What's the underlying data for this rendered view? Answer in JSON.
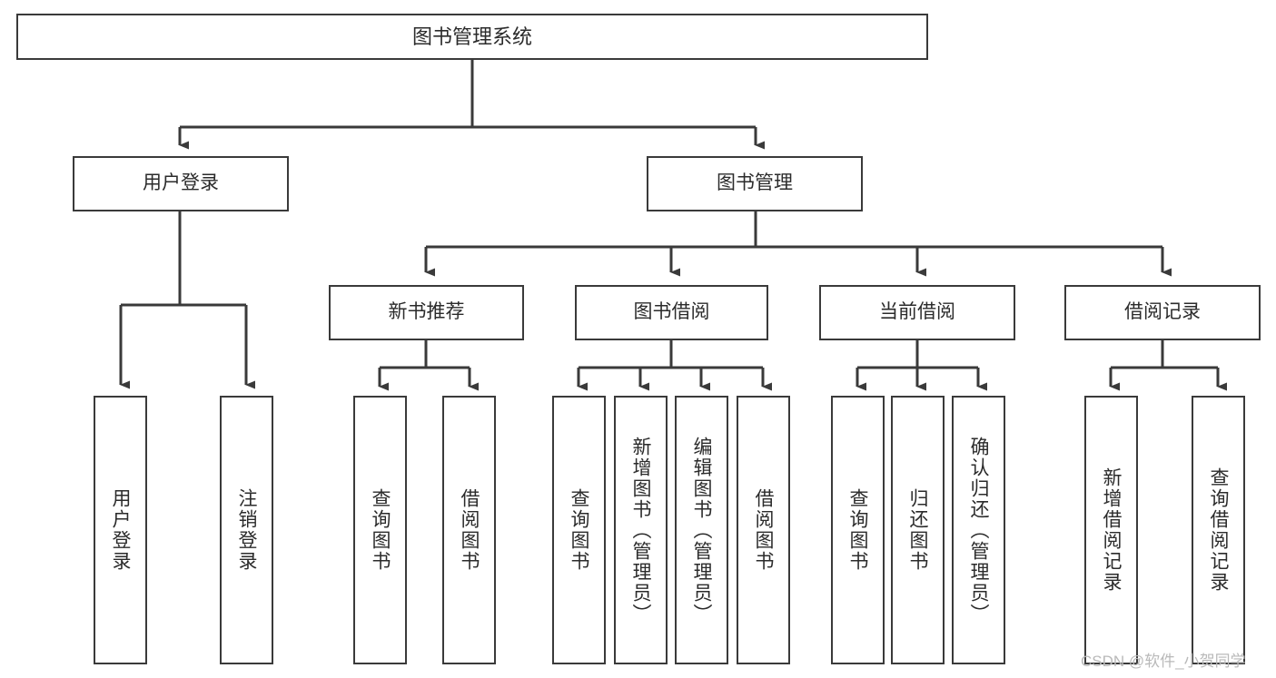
{
  "diagram": {
    "type": "tree-hierarchy",
    "title": "图书管理系统",
    "watermark": "CSDN @软件_小贺同学",
    "colors": {
      "stroke": "#3a3a3a",
      "fill": "#ffffff",
      "text": "#2b2b2b",
      "watermark": "#b9b9b9"
    },
    "root": {
      "label": "图书管理系统"
    },
    "level2": [
      {
        "label": "用户登录"
      },
      {
        "label": "图书管理"
      }
    ],
    "level3": [
      {
        "label": "新书推荐"
      },
      {
        "label": "图书借阅"
      },
      {
        "label": "当前借阅"
      },
      {
        "label": "借阅记录"
      }
    ],
    "leaves": {
      "user_login": [
        {
          "label": "用户登录"
        },
        {
          "label": "注销登录"
        }
      ],
      "new_book_recommend": [
        {
          "label": "查询图书"
        },
        {
          "label": "借阅图书"
        }
      ],
      "book_borrow": [
        {
          "label": "查询图书"
        },
        {
          "label": "新增图书（管理员）"
        },
        {
          "label": "编辑图书（管理员）"
        },
        {
          "label": "借阅图书"
        }
      ],
      "current_borrow": [
        {
          "label": "查询图书"
        },
        {
          "label": "归还图书"
        },
        {
          "label": "确认归还（管理员）"
        }
      ],
      "borrow_record": [
        {
          "label": "新增借阅记录"
        },
        {
          "label": "查询借阅记录"
        }
      ]
    }
  }
}
